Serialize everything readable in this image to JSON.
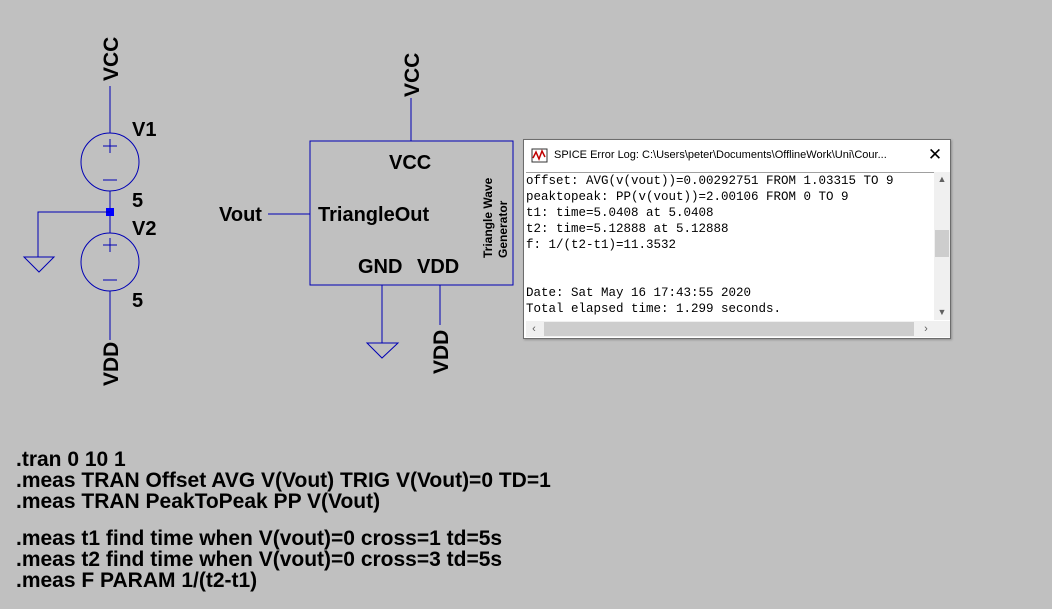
{
  "schematic": {
    "v1": {
      "name": "V1",
      "value": "5",
      "top_net": "VCC"
    },
    "v2": {
      "name": "V2",
      "value": "5",
      "bottom_net": "VDD"
    },
    "block": {
      "vcc_net": "VCC",
      "pin_vcc": "VCC",
      "pin_out": "TriangleOut",
      "pin_gnd": "GND",
      "pin_vdd": "VDD",
      "title_line1": "Triangle Wave",
      "title_line2": "Generator",
      "output_net": "Vout",
      "vdd_net": "VDD"
    }
  },
  "directives": [
    ".tran 0 10 1",
    ".meas TRAN Offset AVG V(Vout) TRIG V(Vout)=0 TD=1",
    ".meas TRAN PeakToPeak PP V(Vout)",
    ".meas t1 find time when V(vout)=0 cross=1 td=5s",
    ".meas t2 find time when V(vout)=0 cross=3 td=5s",
    ".meas F PARAM 1/(t2-t1)"
  ],
  "error_log": {
    "title": "SPICE Error Log: C:\\Users\\peter\\Documents\\OfflineWork\\Uni\\Cour...",
    "close_icon": "close-icon",
    "lines": [
      "offset: AVG(v(vout))=0.00292751 FROM 1.03315 TO 9",
      "peaktopeak: PP(v(vout))=2.00106 FROM 0 TO 9",
      "t1: time=5.0408 at 5.0408",
      "t2: time=5.12888 at 5.12888",
      "f: 1/(t2-t1)=11.3532",
      "",
      "",
      "Date: Sat May 16 17:43:55 2020",
      "Total elapsed time: 1.299 seconds."
    ]
  },
  "colors": {
    "background": "#c0c0c0",
    "wire": "#0000b4",
    "junction": "#0000ff",
    "text": "#000000"
  }
}
